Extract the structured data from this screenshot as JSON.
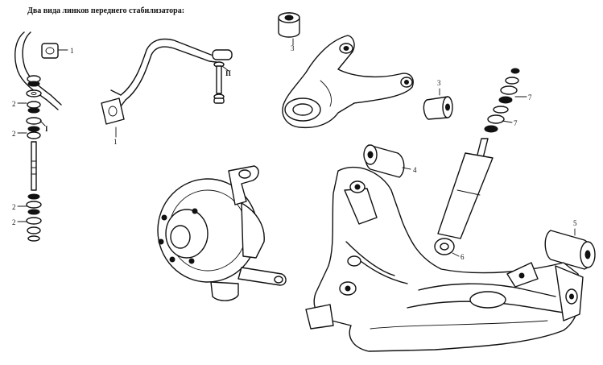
{
  "caption": "Два вида линков переднего стабилизатора:",
  "callouts": [
    {
      "id": "c1a",
      "text": "1"
    },
    {
      "id": "c1b",
      "text": "1"
    },
    {
      "id": "cII",
      "text": "II"
    },
    {
      "id": "c3a",
      "text": "3"
    },
    {
      "id": "c3b",
      "text": "3"
    },
    {
      "id": "c7a",
      "text": "7"
    },
    {
      "id": "c7b",
      "text": "7"
    },
    {
      "id": "c2a",
      "text": "2"
    },
    {
      "id": "c2b",
      "text": "2"
    },
    {
      "id": "cI",
      "text": "I"
    },
    {
      "id": "c4",
      "text": "4"
    },
    {
      "id": "c5",
      "text": "5"
    },
    {
      "id": "c6",
      "text": "6"
    },
    {
      "id": "c2c",
      "text": "2"
    },
    {
      "id": "c2d",
      "text": "2"
    }
  ]
}
